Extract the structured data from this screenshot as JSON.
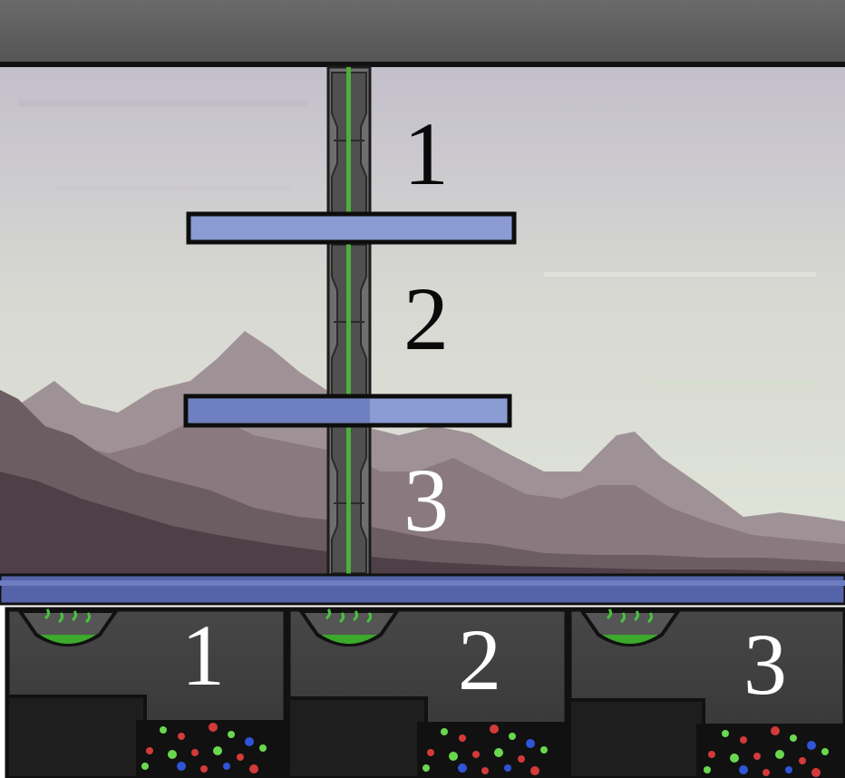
{
  "shaft_levels": [
    {
      "label": "1",
      "color": "#0a0a0a"
    },
    {
      "label": "2",
      "color": "#0a0a0a"
    },
    {
      "label": "3",
      "color": "#ffffff"
    }
  ],
  "rooms": [
    {
      "label": "1"
    },
    {
      "label": "2"
    },
    {
      "label": "3"
    }
  ],
  "colors": {
    "ceiling": "#5a5a5a",
    "sky_top": "#c4c0cc",
    "sky_bottom": "#dfe3d8",
    "platform": "#8b9bd4",
    "rail_glow": "#4caf38",
    "floor_band": "#5564a8",
    "room_wall": "#3d3d3d",
    "room_floor": "#1e1e1e",
    "dome_green": "#3ca82c"
  },
  "icons": [
    "elevator-shaft-icon",
    "ceiling-light-icon",
    "crystal-ore-icon"
  ]
}
